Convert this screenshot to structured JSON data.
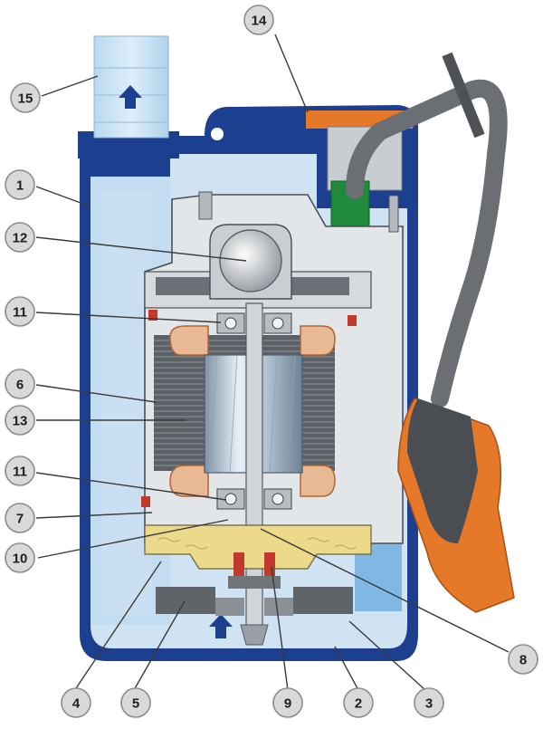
{
  "callouts": [
    {
      "id": "15",
      "label": "15",
      "part": "discharge"
    },
    {
      "id": "14",
      "label": "14",
      "part": "handle"
    },
    {
      "id": "1",
      "label": "1",
      "part": "outer-casing"
    },
    {
      "id": "12",
      "label": "12",
      "part": "capacitor"
    },
    {
      "id": "11a",
      "label": "11",
      "part": "upper-bearing"
    },
    {
      "id": "6",
      "label": "6",
      "part": "motor-stator"
    },
    {
      "id": "13",
      "label": "13",
      "part": "stator-winding"
    },
    {
      "id": "11b",
      "label": "11",
      "part": "lower-bearing"
    },
    {
      "id": "7",
      "label": "7",
      "part": "motor-housing"
    },
    {
      "id": "10",
      "label": "10",
      "part": "oil-chamber"
    },
    {
      "id": "8",
      "label": "8",
      "part": "shaft"
    },
    {
      "id": "4",
      "label": "4",
      "part": "pump-body"
    },
    {
      "id": "5",
      "label": "5",
      "part": "impeller"
    },
    {
      "id": "9",
      "label": "9",
      "part": "mechanical-seal"
    },
    {
      "id": "2",
      "label": "2",
      "part": "base"
    },
    {
      "id": "3",
      "label": "3",
      "part": "suction-strainer"
    }
  ],
  "colors": {
    "navy": "#1d3f8f",
    "navy_dark": "#162f6e",
    "water": "#cfe3f3",
    "water_deep": "#8ec3e8",
    "casing_gray": "#d7dbdf",
    "dark_gray": "#5f6468",
    "orange": "#e6782a",
    "green": "#1f8a3c",
    "copper": "#c8703a",
    "oil": "#ecd98a",
    "red": "#c0392b"
  }
}
